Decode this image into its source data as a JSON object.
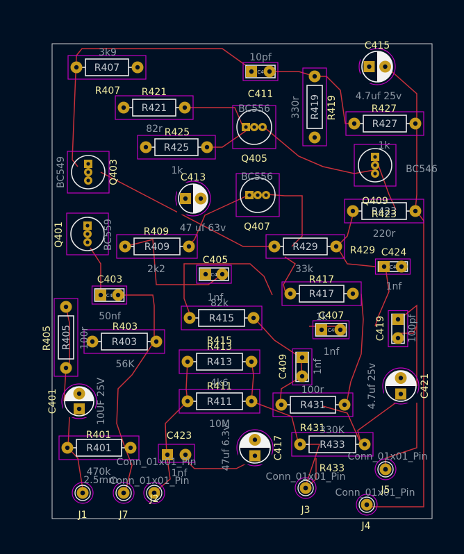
{
  "colors": {
    "background": "#001023",
    "silk": "#f2eda1",
    "value": "#8f9aa6",
    "courtyard": "#c000c0",
    "track": "#c8303a",
    "pad": "#c89b1e",
    "edge": "#d0d0d0"
  },
  "resistors": [
    {
      "ref": "R407",
      "value": "3k9",
      "body": "R407"
    },
    {
      "ref": "R421",
      "value": "82r",
      "body": "R421"
    },
    {
      "ref": "R425",
      "value": "1k",
      "body": "R425"
    },
    {
      "ref": "R409",
      "value": "2k2",
      "body": "R409"
    },
    {
      "ref": "R429",
      "value": "33k",
      "body": "R429"
    },
    {
      "ref": "R417",
      "value": "1k",
      "body": "R417"
    },
    {
      "ref": "R415",
      "value": "82k",
      "body": "R415"
    },
    {
      "ref": "R413",
      "value": "4k6",
      "body": "R413"
    },
    {
      "ref": "R411",
      "value": "10M",
      "body": "R411"
    },
    {
      "ref": "R403",
      "value": "56K",
      "body": "R403"
    },
    {
      "ref": "R401",
      "value": "470k",
      "body": "R401"
    },
    {
      "ref": "R431",
      "value": "100r",
      "body": "R431"
    },
    {
      "ref": "R433",
      "value": "330K",
      "body": "R433"
    },
    {
      "ref": "R427",
      "value": "1k",
      "body": "R427"
    },
    {
      "ref": "R423",
      "value": "220r",
      "body": "R423"
    },
    {
      "ref": "R419",
      "value": "330r",
      "body": "R419"
    },
    {
      "ref": "R405",
      "value": "100r",
      "body": "R405"
    }
  ],
  "caps": [
    {
      "ref": "C411",
      "value": "10pf",
      "body": "C411"
    },
    {
      "ref": "C405",
      "value": "1nf",
      "body": "C405"
    },
    {
      "ref": "C403",
      "value": "50nf",
      "body": "C403"
    },
    {
      "ref": "C424",
      "value": "1nf",
      "body": "C424"
    },
    {
      "ref": "C407",
      "value": "1nf",
      "body": "C407"
    },
    {
      "ref": "C409",
      "value": "1nf",
      "body": "C409"
    },
    {
      "ref": "C419",
      "value": "100pf",
      "body": "C419"
    },
    {
      "ref": "C423",
      "value": "1nf",
      "body": "C423"
    }
  ],
  "ecaps": [
    {
      "ref": "C415",
      "value": "4.7uf 25v"
    },
    {
      "ref": "C413",
      "value": "47 uf 63v"
    },
    {
      "ref": "C401",
      "value": "10UF 25V"
    },
    {
      "ref": "C417",
      "value": "47uf 6.3v"
    },
    {
      "ref": "C421",
      "value": "4.7uf 25v"
    }
  ],
  "transistors": [
    {
      "ref": "Q405",
      "value": "BC556"
    },
    {
      "ref": "Q407",
      "value": "BC556"
    },
    {
      "ref": "Q409",
      "value": "BC546"
    },
    {
      "ref": "Q403",
      "value": "BC549"
    },
    {
      "ref": "Q401",
      "value": "BC559"
    }
  ],
  "connectors": [
    {
      "ref": "J1",
      "value": "2.5mm"
    },
    {
      "ref": "J7",
      "value": "Conn_01x01_Pin"
    },
    {
      "ref": "J2",
      "value": "Conn_01x01_Pin"
    },
    {
      "ref": "J3",
      "value": "Conn_01x01_Pin"
    },
    {
      "ref": "J4",
      "value": "Conn_01x01_Pin"
    },
    {
      "ref": "J5",
      "value": "Conn_01x01_Pin"
    }
  ],
  "pad_label": "1",
  "cap_pad_text": "C4"
}
